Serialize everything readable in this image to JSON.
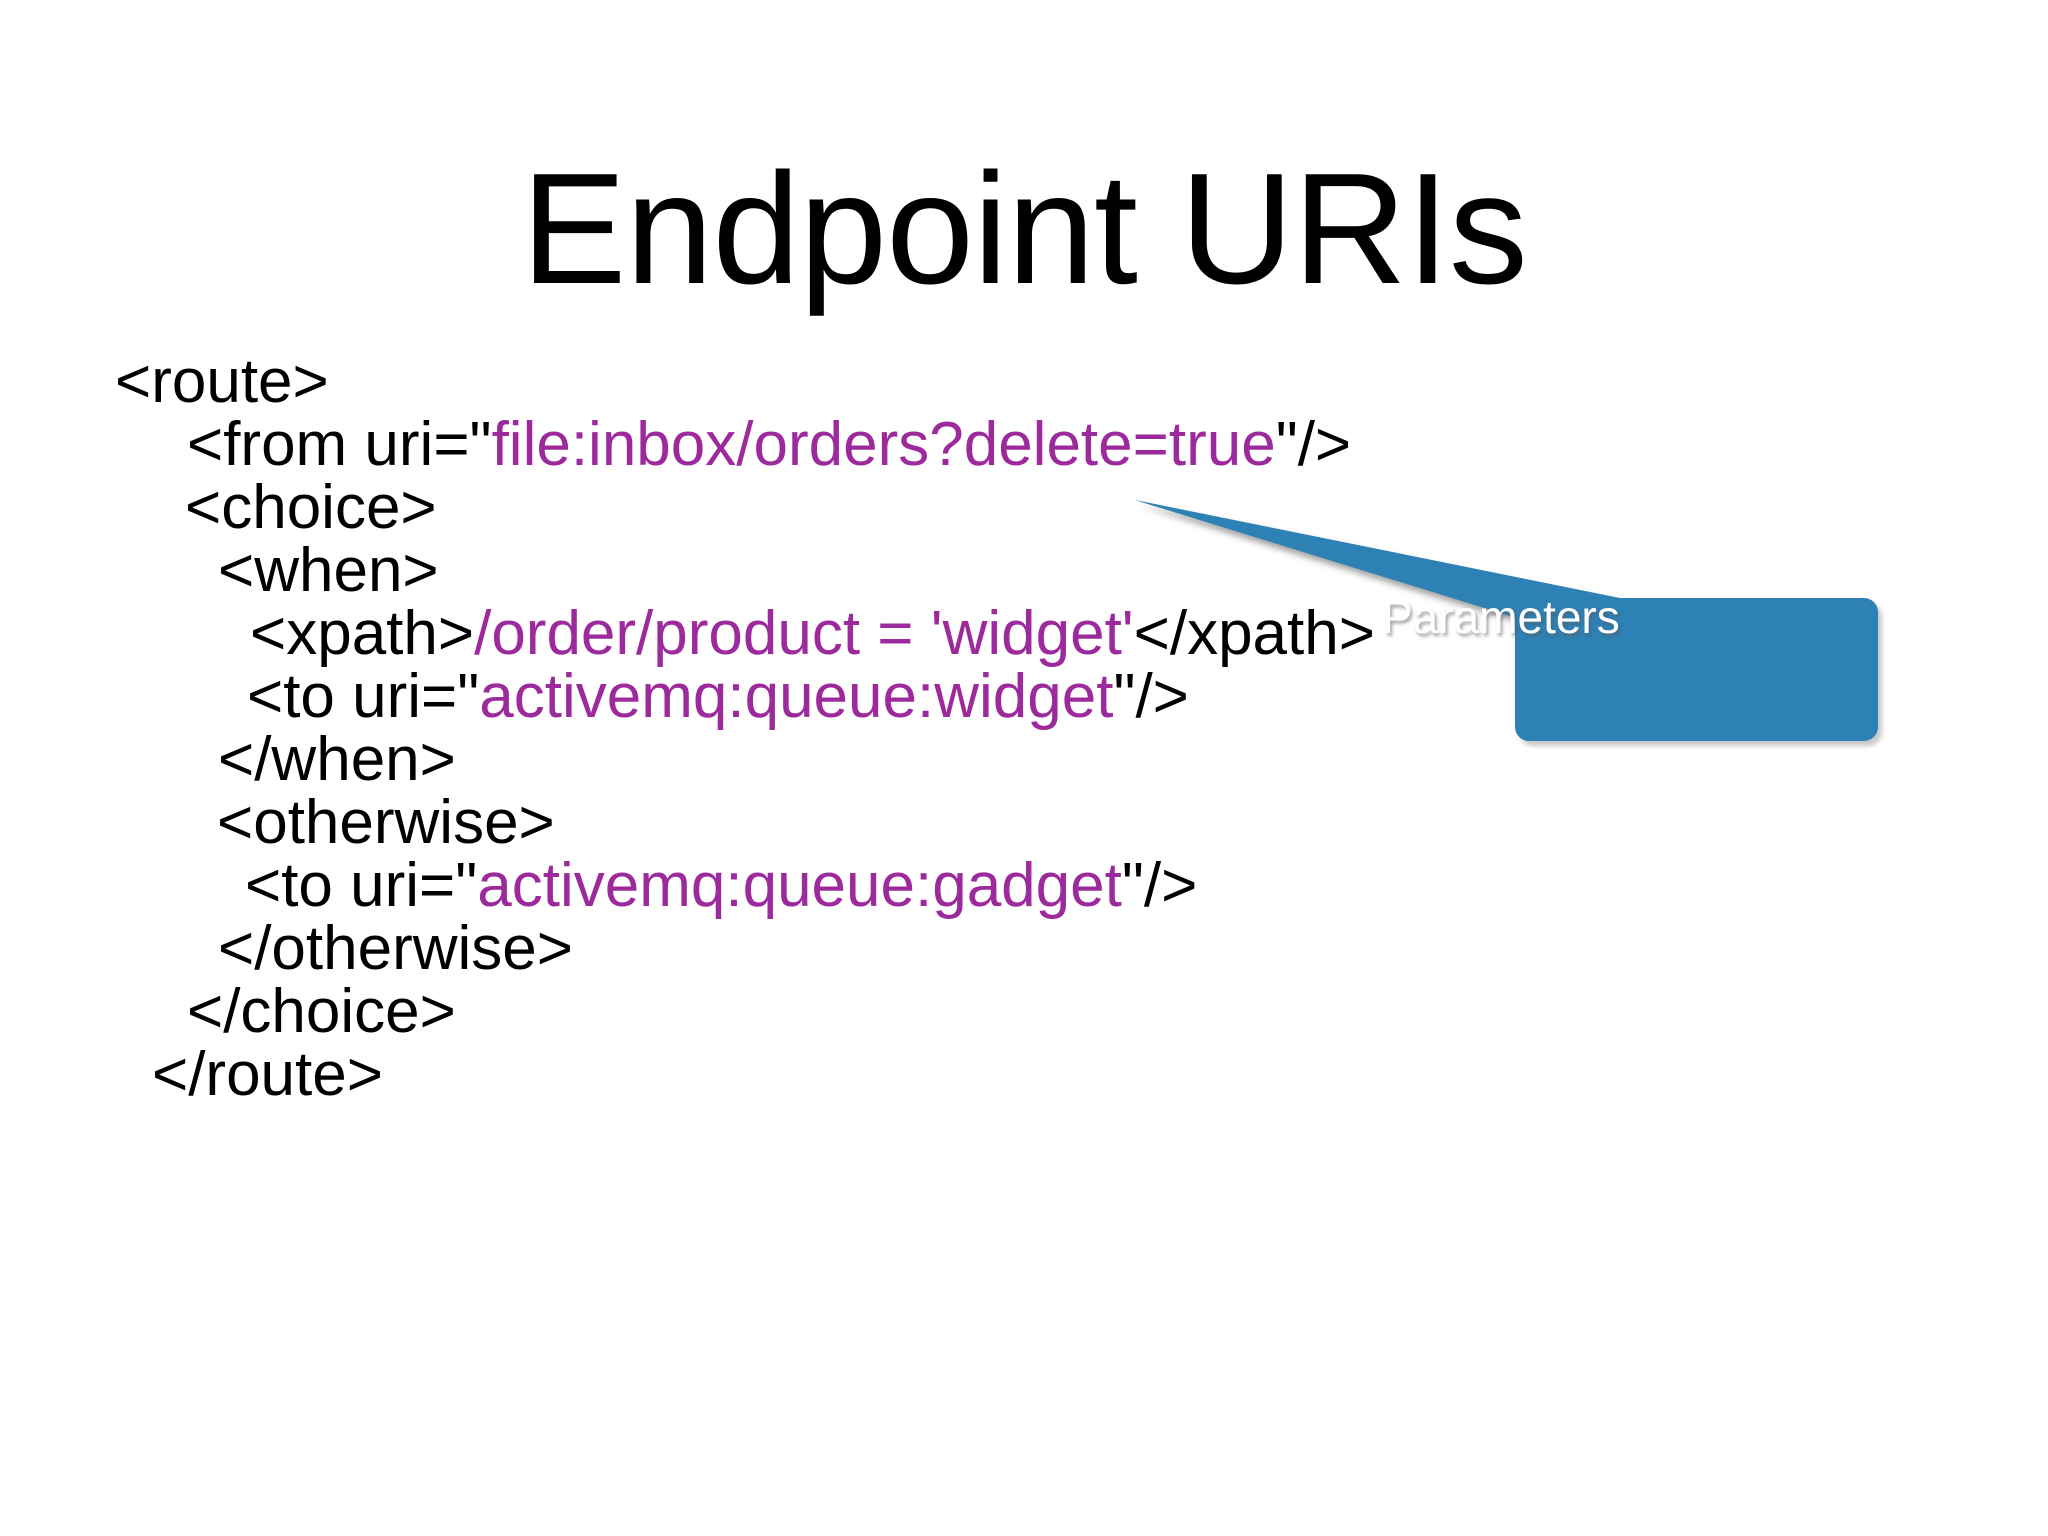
{
  "slide": {
    "title": "Endpoint URIs",
    "background_color": "#FFFFFF",
    "title_color": "#000000"
  },
  "code": {
    "markup_color": "#000000",
    "uri_color": "#9C2A9C",
    "lines": [
      {
        "indent": 115,
        "pre": "<route>",
        "uri": "",
        "post": ""
      },
      {
        "indent": 187,
        "pre": "<from uri=\"",
        "uri": "file:inbox/orders?delete=true",
        "post": "\"/>"
      },
      {
        "indent": 185,
        "pre": "<choice>",
        "uri": "",
        "post": ""
      },
      {
        "indent": 218,
        "pre": "<when>",
        "uri": "",
        "post": ""
      },
      {
        "indent": 250,
        "pre": "<xpath>",
        "uri": "/order/product = 'widget'",
        "post": "</xpath>"
      },
      {
        "indent": 247,
        "pre": "<to uri=\"",
        "uri": "activemq:queue:widget",
        "post": "\"/>"
      },
      {
        "indent": 218,
        "pre": "</when>",
        "uri": "",
        "post": ""
      },
      {
        "indent": 217,
        "pre": "<otherwise>",
        "uri": "",
        "post": ""
      },
      {
        "indent": 245,
        "pre": "<to uri=\"",
        "uri": "activemq:queue:gadget",
        "post": "\"/>"
      },
      {
        "indent": 218,
        "pre": "</otherwise>",
        "uri": "",
        "post": ""
      },
      {
        "indent": 187,
        "pre": "</choice>",
        "uri": "",
        "post": ""
      },
      {
        "indent": 152,
        "pre": "</route>",
        "uri": "",
        "post": ""
      }
    ]
  },
  "callout": {
    "label": "Parameters",
    "fill_color": "#2E81B5",
    "label_color": "#FFFFFF",
    "points_at": "file:inbox/orders?delete=true"
  }
}
